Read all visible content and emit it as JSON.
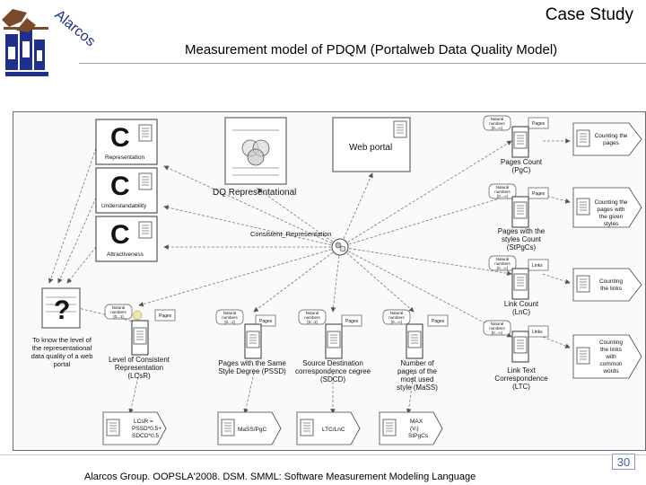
{
  "header": {
    "title": "Case Study",
    "subtitle": "Measurement model of PDQM (Portalweb Data Quality Model)"
  },
  "logo": {
    "text": "Alarcos"
  },
  "diagram": {
    "entities": {
      "web_portal": "Web portal",
      "dq_representational": "DQ Representational"
    },
    "attribute_link": "Consistent_Representation",
    "characteristics": [
      {
        "letter": "C",
        "label": "Representation"
      },
      {
        "letter": "C",
        "label": "Understandability"
      },
      {
        "letter": "C",
        "label": "Attractiveness"
      }
    ],
    "information_need": {
      "symbol": "?",
      "label": [
        "To know the level of",
        "the representational",
        "data quality of a web",
        "portal"
      ]
    },
    "base_measures": [
      {
        "scale": [
          "Natural",
          "numbers",
          "[0...∞)"
        ],
        "unit": "Pages",
        "label": [
          "Pages Count",
          "(PgC)"
        ]
      },
      {
        "scale": [
          "Natural",
          "numbers",
          "[0...∞)"
        ],
        "unit": "Pages",
        "label": [
          "Pages with the",
          "styles Count",
          "(StPgCs)"
        ]
      },
      {
        "scale": [
          "Natural",
          "numbers",
          "[0...∞)"
        ],
        "unit": "Links",
        "label": [
          "Link Count",
          "(LnC)"
        ]
      },
      {
        "scale": [
          "Natural",
          "numbers",
          "[0...∞)"
        ],
        "unit": "Links",
        "label": [
          "Link Text",
          "Correspondence",
          "(LTC)"
        ]
      }
    ],
    "methods": [
      [
        "Counting the",
        "pages"
      ],
      [
        "Counting the",
        "pages with",
        "the given",
        "styles"
      ],
      [
        "Counting",
        "the links"
      ],
      [
        "Counting",
        "the links",
        "with",
        "common",
        "words"
      ]
    ],
    "derived_measures": [
      {
        "scale": [
          "Natural",
          "numbers",
          "[0...1]"
        ],
        "unit": "Pages",
        "label": [
          "Level of Consistent",
          "Representation",
          "(LCsR)"
        ]
      },
      {
        "scale": [
          "Natural",
          "numbers",
          "[0...1]"
        ],
        "unit": "Pages",
        "label": [
          "Pages with the Same",
          "Style Degree (PSSD)"
        ]
      },
      {
        "scale": [
          "Natural",
          "numbers",
          "[0...1]"
        ],
        "unit": "Pages",
        "label": [
          "Source Destination",
          "correspondence cegree",
          "(SDCD)"
        ]
      },
      {
        "scale": [
          "Natural",
          "numbers",
          "[0...∞)"
        ],
        "unit": "Pages",
        "label": [
          "Number of",
          "pages of the",
          "most used",
          "style (MaSS)"
        ]
      }
    ],
    "formulas": [
      [
        "LCsR =",
        "PSSD*0.5+",
        "SDCD*0.5"
      ],
      [
        "MaSS/PgC"
      ],
      [
        "LTC/LnC"
      ],
      [
        "MAX",
        "(Vᵢ)",
        "StPgCs"
      ]
    ]
  },
  "footer": {
    "text": "Alarcos Group. OOPSLA'2008. DSM. SMML: Software Measurement Modeling Language",
    "page_number": "30"
  },
  "colors": {
    "sidebar": "#ffffff",
    "logo_blue": "#1f2f8a",
    "logo_brown": "#7a4a2a",
    "accent_blue": "#3a5aa8",
    "title_rule": "#9aa0b8"
  }
}
